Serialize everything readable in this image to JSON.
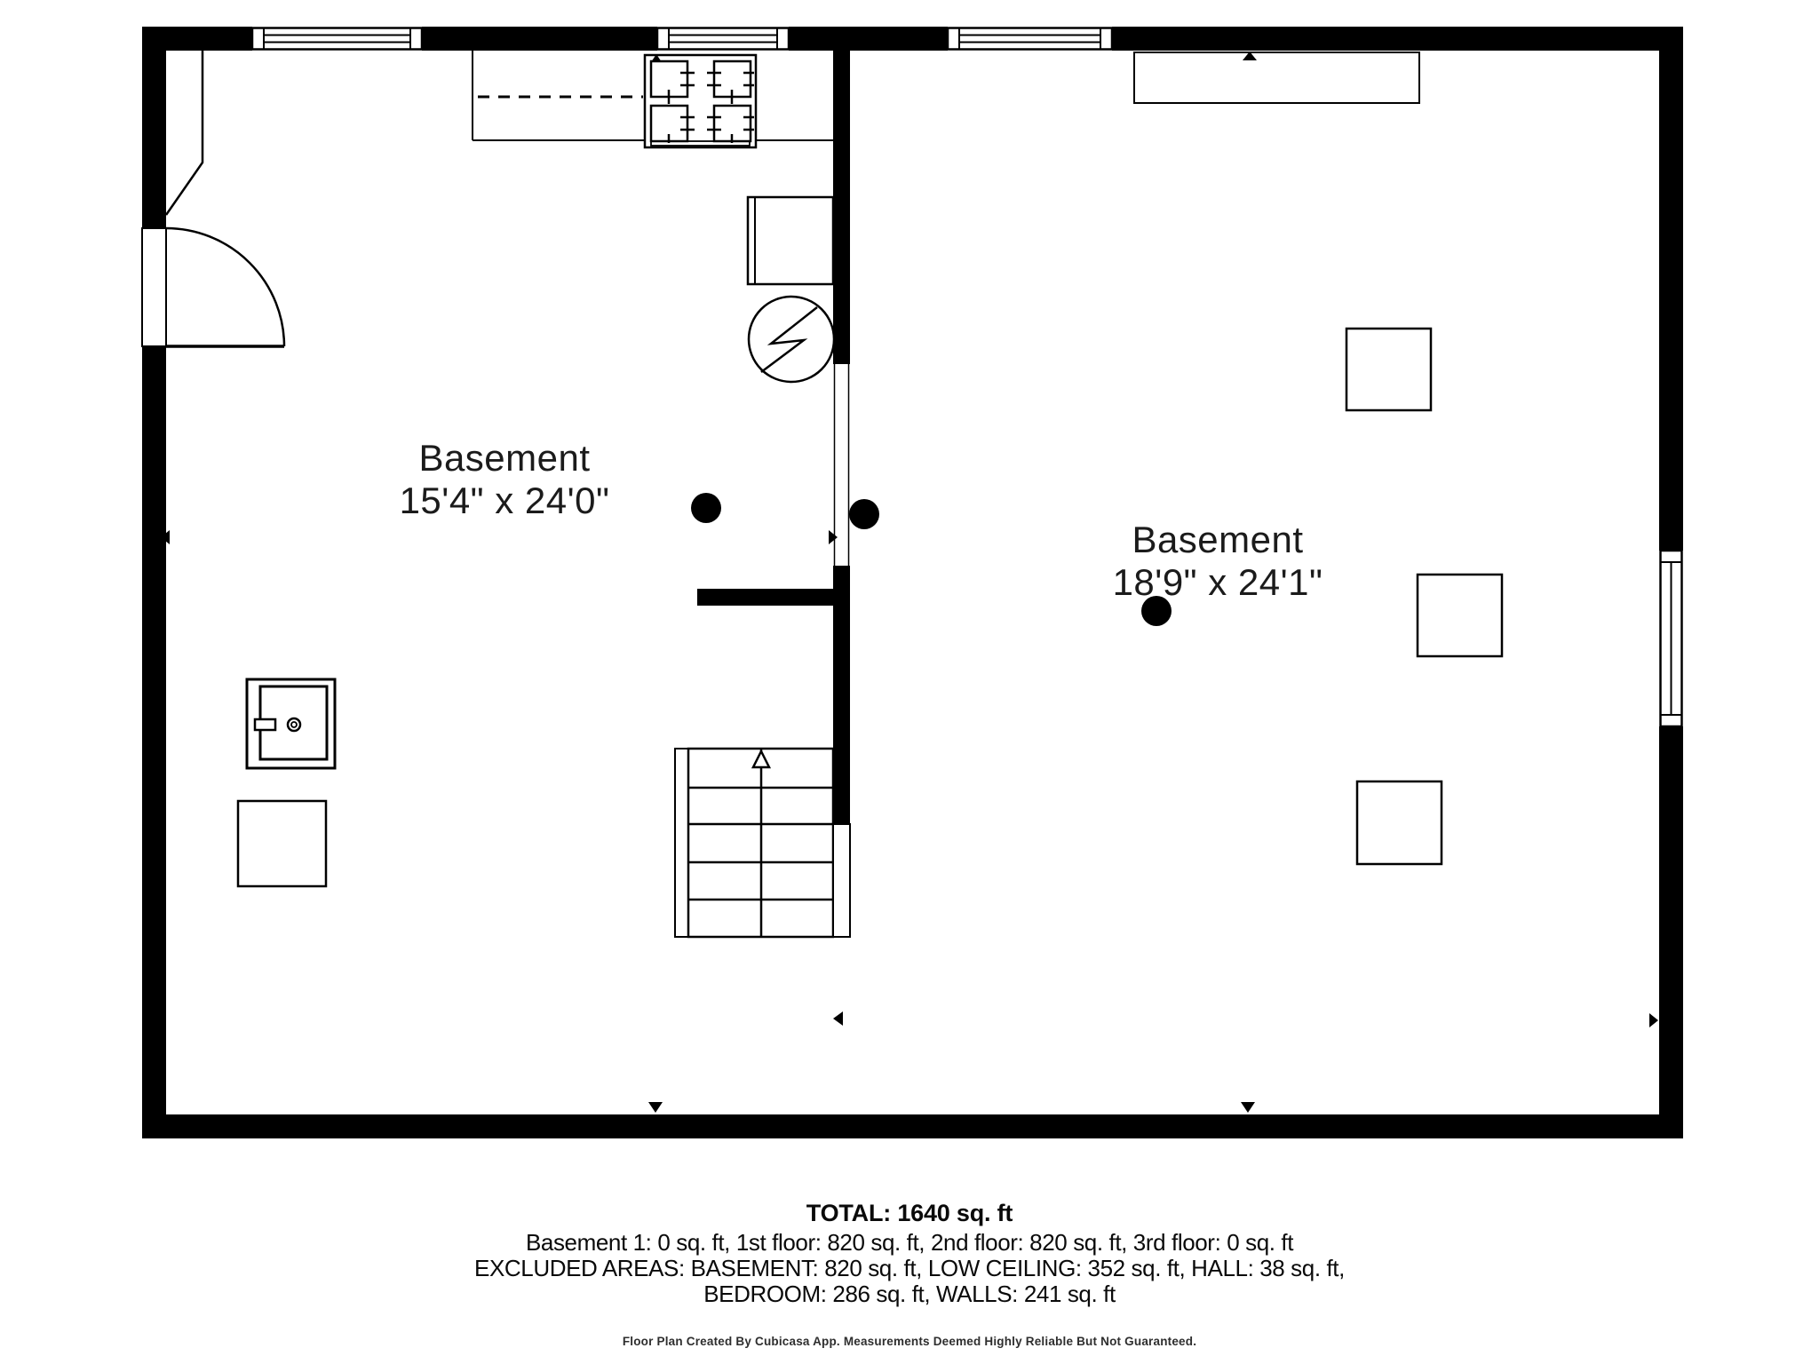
{
  "rooms": [
    {
      "label": "Basement",
      "dimensions": "15'4\" x 24'0\""
    },
    {
      "label": "Basement",
      "dimensions": "18'9\" x 24'1\""
    }
  ],
  "summary": {
    "total": "TOTAL: 1640 sq. ft",
    "floor_breakdown": "Basement 1: 0 sq. ft, 1st floor: 820 sq. ft, 2nd floor: 820 sq. ft, 3rd floor: 0 sq. ft",
    "excluded_line1": "EXCLUDED AREAS: BASEMENT: 820 sq. ft, LOW CEILING: 352 sq. ft, HALL: 38 sq. ft,",
    "excluded_line2": "BEDROOM: 286 sq. ft, WALLS: 241 sq. ft"
  },
  "footer": "Floor Plan Created By Cubicasa App. Measurements Deemed Highly Reliable But Not Guaranteed.",
  "colors": {
    "wall": "#000000",
    "background": "#ffffff",
    "line": "#000000"
  },
  "fixtures": [
    "window-icon",
    "door-swing-icon",
    "stacked-laundry-unit-icon",
    "freezer-icon",
    "electrical-panel-icon",
    "washing-machine-icon",
    "storage-box-icon",
    "stairs-up-icon",
    "support-post-dot",
    "low-ceiling-dashed-line",
    "direction-arrow-marker"
  ]
}
